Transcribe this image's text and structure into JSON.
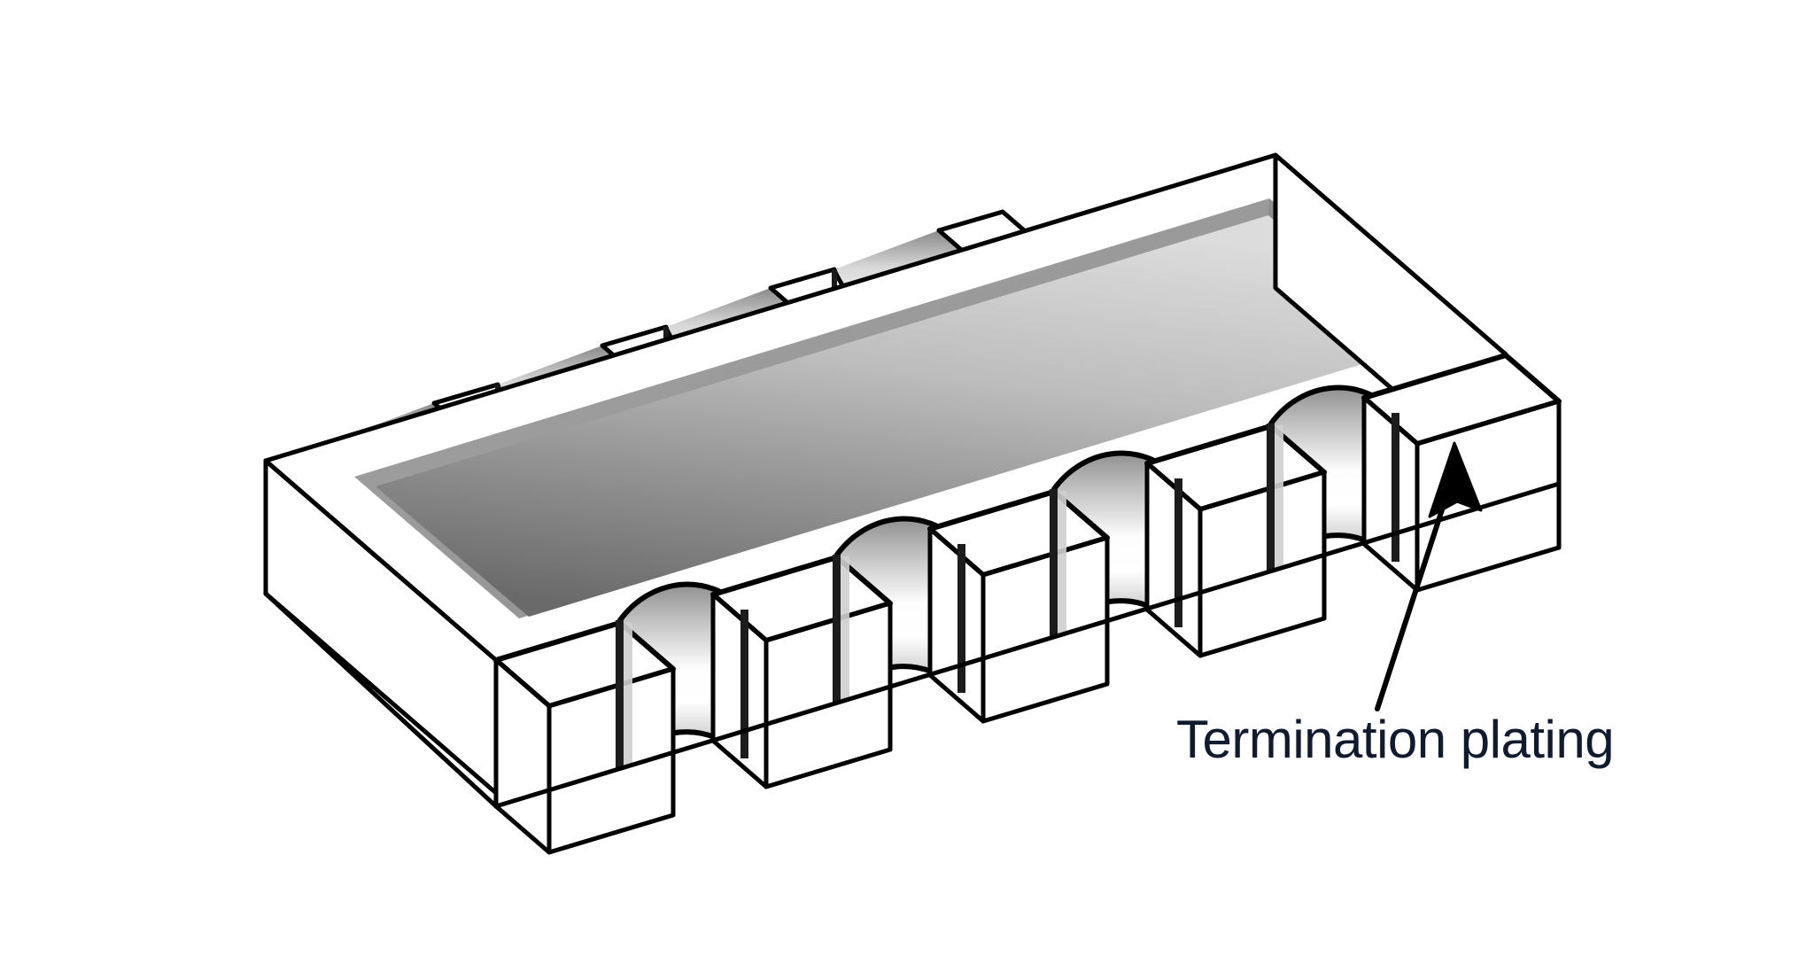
{
  "diagram": {
    "title": "Termination plating",
    "subject": "chip-resistor-array-castellated-terminations",
    "projection": "isometric",
    "background_color": "#ffffff"
  },
  "callout": {
    "label": "Termination plating",
    "label_color": "#121a2e",
    "arrow_color": "#000000",
    "points_to": "front-right-termination-notch"
  },
  "body": {
    "outline_color": "#000000",
    "face_color": "#ffffff",
    "top_panel_label": "recessed-resistive-element-panel",
    "top_panel_gradient_from": "#d8d8d8",
    "top_panel_gradient_to": "#6e6e6e",
    "top_panel_rim_color": "#9a9a9a"
  },
  "terminations": {
    "count_front": 4,
    "count_back": 4,
    "plating_gradient_from": "#8c8c8c",
    "plating_gradient_mid": "#ffffff",
    "plating_gradient_to": "#9a9a9a",
    "terminal_top_color": "#ffffff",
    "name": "castellated-termination"
  }
}
